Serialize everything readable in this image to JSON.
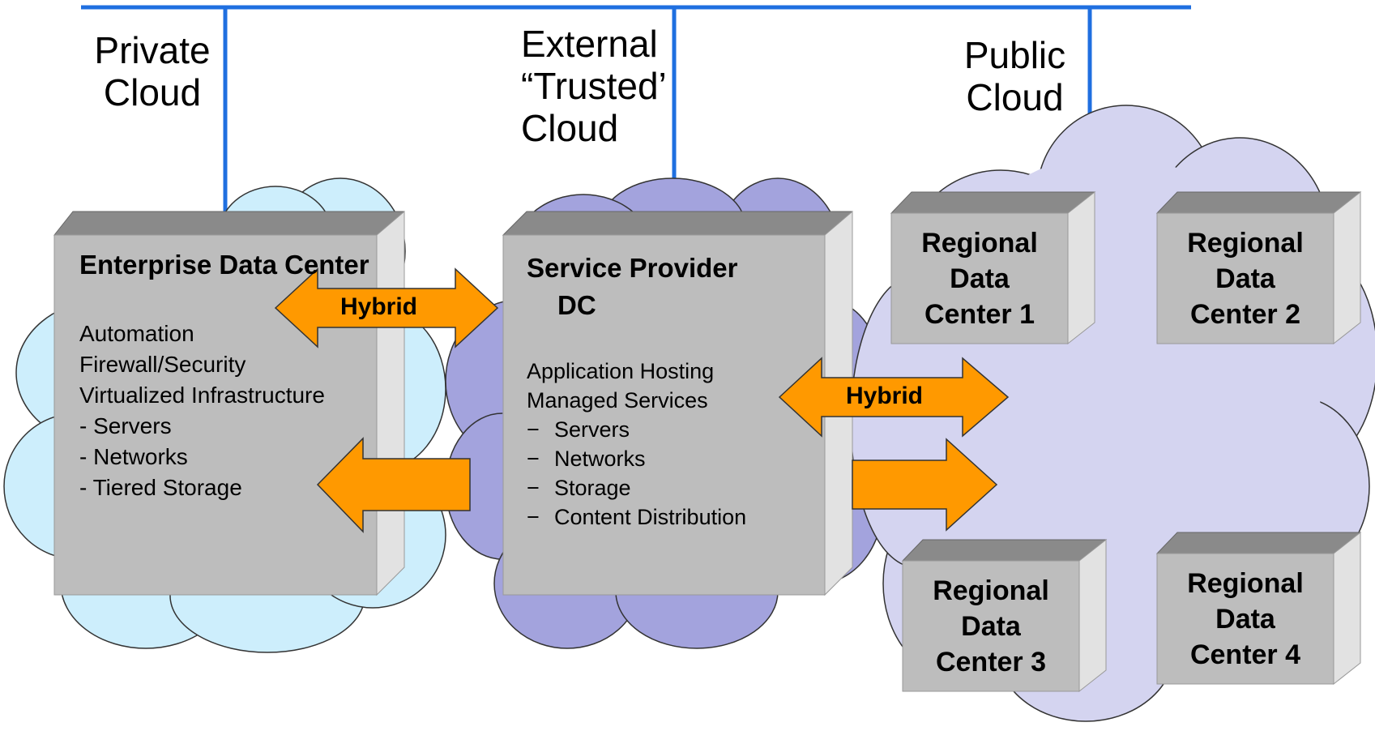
{
  "clouds": {
    "private": {
      "line1": "Private",
      "line2": "Cloud"
    },
    "external": {
      "line1": "External",
      "line2": "“Trusted’",
      "line3": "Cloud"
    },
    "public": {
      "line1": "Public",
      "line2": "Cloud"
    }
  },
  "enterprise_dc": {
    "title": "Enterprise Data Center",
    "items": [
      "Automation",
      "Firewall/Security",
      "Virtualized Infrastructure",
      "- Servers",
      "- Networks",
      "- Tiered Storage"
    ]
  },
  "service_provider_dc": {
    "title_line1": "Service Provider",
    "title_line2": "DC",
    "items": [
      "Application Hosting",
      "Managed Services"
    ],
    "dash_symbol": "−",
    "sub_items": [
      "Servers",
      "Networks",
      "Storage",
      "Content Distribution"
    ]
  },
  "regional_dcs": [
    {
      "line1": "Regional",
      "line2": "Data",
      "line3": "Center 1"
    },
    {
      "line1": "Regional",
      "line2": "Data",
      "line3": "Center 2"
    },
    {
      "line1": "Regional",
      "line2": "Data",
      "line3": "Center 3"
    },
    {
      "line1": "Regional",
      "line2": "Data",
      "line3": "Center 4"
    }
  ],
  "connections": {
    "hybrid_label": "Hybrid"
  },
  "colors": {
    "line": "#1f6fe0",
    "private_cloud": "#cdeefc",
    "external_cloud": "#a3a3dd",
    "public_cloud": "#d4d4f0",
    "box_face": "#bdbdbd",
    "box_top": "#8a8a8a",
    "box_side": "#e2e2e2",
    "arrow": "#ff9900"
  }
}
